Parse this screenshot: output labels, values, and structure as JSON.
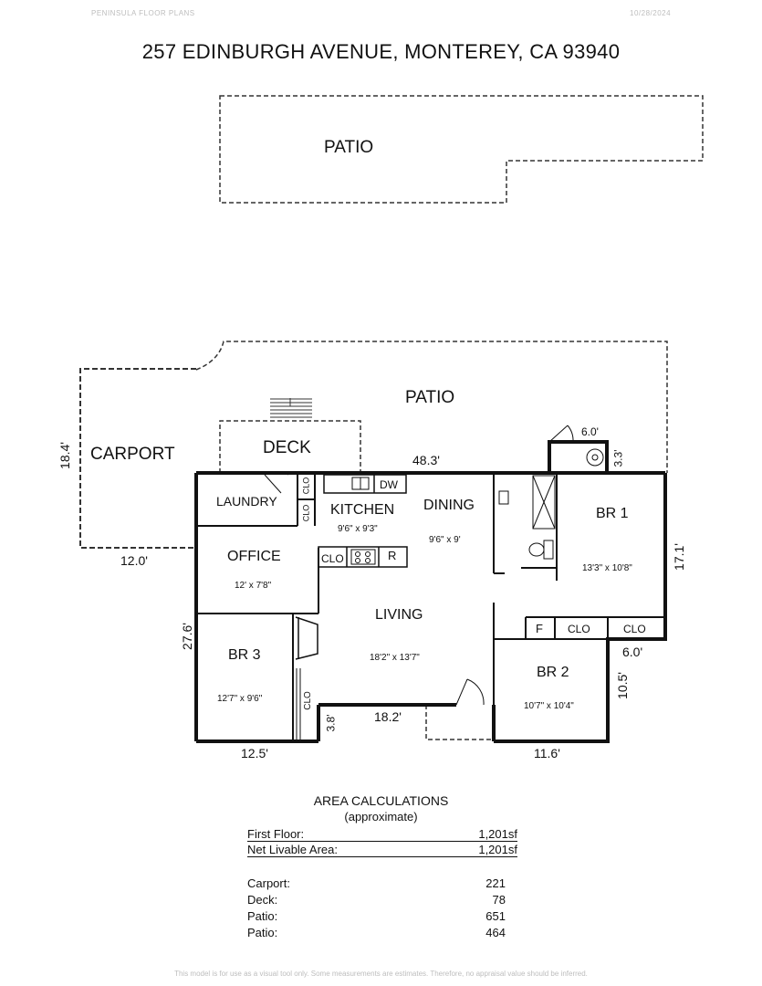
{
  "header": {
    "left_text": "PENINSULA FLOOR PLANS",
    "date_text": "10/28/2024",
    "title": "257 EDINBURGH AVENUE, MONTEREY, CA 93940"
  },
  "rooms": {
    "patio_top": "PATIO",
    "patio_main": "PATIO",
    "carport": "CARPORT",
    "deck": "DECK",
    "laundry": "LAUNDRY",
    "kitchen": "KITCHEN",
    "kitchen_dim": "9'6\" x 9'3\"",
    "dining": "DINING",
    "dining_dim": "9'6\" x 9'",
    "office": "OFFICE",
    "office_dim": "12' x 7'8\"",
    "living": "LIVING",
    "living_dim": "18'2\" x 13'7\"",
    "br1": "BR 1",
    "br1_dim": "13'3\" x 10'8\"",
    "br2": "BR 2",
    "br2_dim": "10'7\" x 10'4\"",
    "br3": "BR 3",
    "br3_dim": "12'7\" x 9'6\""
  },
  "fixtures": {
    "dw": "DW",
    "r": "R",
    "f": "F",
    "clo": "CLO"
  },
  "measurements": {
    "carport_height": "18.4'",
    "carport_width": "12.0'",
    "top_width": "48.3'",
    "patio_step": "6.0'",
    "bump_height": "3.3'",
    "right_height": "17.1'",
    "right_step": "6.0'",
    "br2_height": "10.5'",
    "left_height": "27.6'",
    "bottom_left": "12.5'",
    "small_height": "3.8'",
    "living_bottom": "18.2'",
    "bottom_right": "11.6'"
  },
  "area_calculations": {
    "title": "AREA CALCULATIONS",
    "subtitle": "(approximate)",
    "rows": [
      {
        "label": "First Floor:",
        "value": "1,201sf"
      },
      {
        "label": "Net Livable Area:",
        "value": "1,201sf"
      }
    ],
    "extras": [
      {
        "label": "Carport:",
        "value": "221"
      },
      {
        "label": "Deck:",
        "value": "78"
      },
      {
        "label": "Patio:",
        "value": "651"
      },
      {
        "label": "Patio:",
        "value": "464"
      }
    ]
  },
  "footer": {
    "disclaimer": "This model is for use as a visual tool only. Some measurements are estimates. Therefore, no appraisal value should be inferred."
  }
}
